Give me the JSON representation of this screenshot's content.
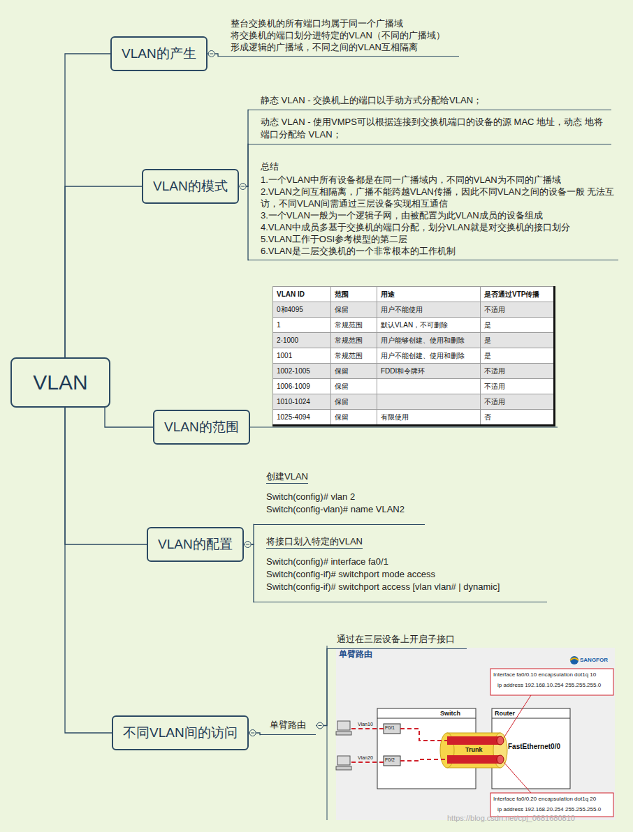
{
  "diagram": {
    "nodes": [
      {
        "text": [
          "VLAN"
        ]
      },
      {
        "text": [
          "VLAN的产生"
        ]
      },
      {
        "text": [
          "整台交换机的所有端口均属于同一个广播域",
          "将交换机的端口划分进特定的VLAN（不同的广播域）",
          "形成逻辑的广播域，不同之间的VLAN互相隔离"
        ]
      },
      {
        "text": [
          "VLAN的模式"
        ]
      },
      {
        "text": [
          "静态 VLAN - 交换机上的端口以手动方式分配给VLAN；"
        ]
      },
      {
        "text": [
          "动态 VLAN - 使用VMPS可以根据连接到交换机端口的设备的源 MAC 地址，动态 地将端口分配给 VLAN；"
        ]
      },
      {
        "text": [
          "总结",
          "1.一个VLAN中所有设备都是在同一广播域内，不同的VLAN为不同的广播域",
          "2.VLAN之间互相隔离，广播不能跨越VLAN传播，因此不同VLAN之间的设备一般 无法互访，不同VLAN间需通过三层设备实现相互通信",
          "3.一个VLAN一般为一个逻辑子网，由被配置为此VLAN成员的设备组成",
          "4.VLAN中成员多基于交换机的端口分配，划分VLAN就是对交换机的接口划分",
          "5.VLAN工作于OSI参考模型的第二层",
          "6.VLAN是二层交换机的一个非常根本的工作机制"
        ]
      },
      {
        "text": [
          "VLAN的范围"
        ]
      },
      {
        "text": [
          "VLAN的配置"
        ]
      },
      {
        "text": [
          "创建VLAN",
          "Switch(config)# vlan 2",
          "Switch(config-vlan)# name VLAN2"
        ]
      },
      {
        "text": [
          "将接口划入特定的VLAN",
          "Switch(config)# interface fa0/1",
          "Switch(config-if)# switchport mode access",
          "Switch(config-if)# switchport access [vlan vlan# | dynamic]"
        ]
      },
      {
        "text": [
          "不同VLAN间的访问"
        ]
      },
      {
        "text": [
          "单臂路由"
        ]
      },
      {
        "text": [
          "通过在三层设备上开启子接口"
        ]
      }
    ],
    "edges": [
      {
        "from": 0,
        "to": 1,
        "arrow": "none"
      },
      {
        "from": 1,
        "to": 2,
        "arrow": "none"
      },
      {
        "from": 0,
        "to": 3,
        "arrow": "none"
      },
      {
        "from": 3,
        "to": 4,
        "arrow": "none"
      },
      {
        "from": 3,
        "to": 5,
        "arrow": "none"
      },
      {
        "from": 3,
        "to": 6,
        "arrow": "none"
      },
      {
        "from": 0,
        "to": 7,
        "arrow": "none"
      },
      {
        "from": 0,
        "to": 8,
        "arrow": "none"
      },
      {
        "from": 8,
        "to": 9,
        "arrow": "none"
      },
      {
        "from": 8,
        "to": 10,
        "arrow": "none"
      },
      {
        "from": 0,
        "to": 11,
        "arrow": "none"
      },
      {
        "from": 11,
        "to": 12,
        "arrow": "none"
      },
      {
        "from": 12,
        "to": 13,
        "arrow": "none"
      }
    ],
    "labels": [
      "VLAN ID",
      "范围",
      "用途",
      "是否通过VTP传播",
      "0和4095",
      "保留",
      "用户不能使用",
      "不适用",
      "1",
      "常规范围",
      "默认VLAN，不可删除",
      "是",
      "2-1000",
      "常规范围",
      "用户能够创建、使用和删除",
      "是",
      "1001",
      "常规范围",
      "用户不能创建、使用和删除",
      "是",
      "1002-1005",
      "保留",
      "FDDI和令牌环",
      "不适用",
      "1006-1009",
      "保留",
      "不适用",
      "1010-1024",
      "保留",
      "不适用",
      "1025-4094",
      "保留",
      "有限使用",
      "否",
      "单臂路由",
      "SANGFOR",
      "Interface fa0/0.10 encapsulation dot1q 10",
      "ip address 192.168.10.254 255.255.255.0",
      "Switch",
      "Router",
      "Vlan10",
      "F0/1",
      "Vlan20",
      "F0/2",
      "Trunk",
      "FastEthernet0/0",
      "Interface fa0/0.20 encapsulation dot1q 20",
      "ip address 192.168.20.254 255.255.255.0",
      "https://blog.csdn.net/cpj_0681680810"
    ]
  }
}
